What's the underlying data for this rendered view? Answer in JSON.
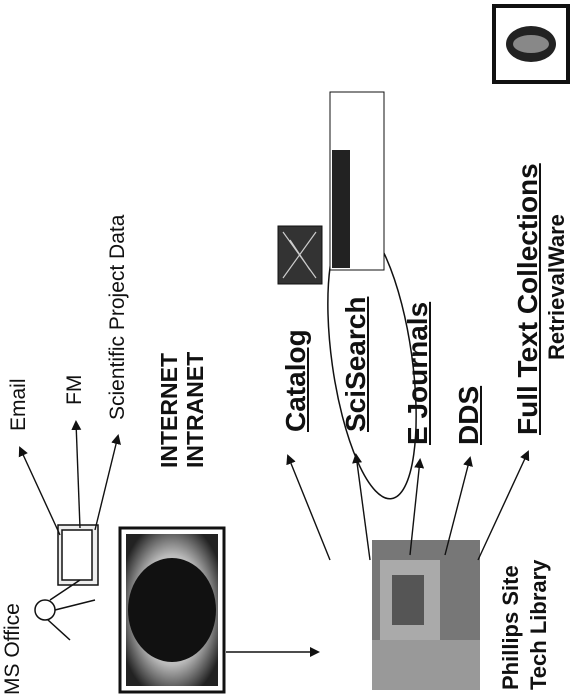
{
  "top_labels": {
    "ms_office": "MS Office",
    "email": "Email",
    "fm": "FM",
    "scientific": "Scientific Project Data",
    "internet": "INTERNET",
    "intranet": "INTRANET"
  },
  "resources": {
    "catalog": "Catalog",
    "scisearch": "SciSearch",
    "ejournals": "E Journals",
    "dds": "DDS",
    "fulltext": "Full Text Collections",
    "retrievalware": "RetrievalWare"
  },
  "library": {
    "line1": "Phillips Site",
    "line2": "Tech Library"
  },
  "colors": {
    "ink": "#111111",
    "paper": "#ffffff"
  },
  "icons": [
    "person-with-computer-icon",
    "globe-monitor-icon",
    "building-photo-icon",
    "catalog-screenshot-icon",
    "scisearch-screenshot-icon",
    "retrievalware-logo-icon"
  ]
}
